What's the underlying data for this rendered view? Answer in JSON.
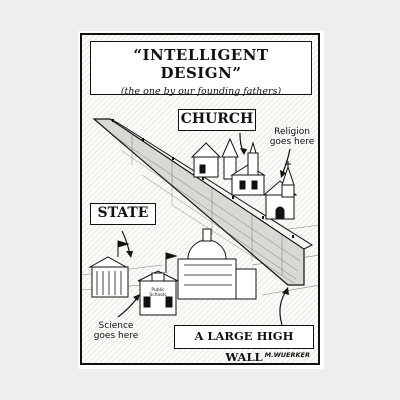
{
  "cartoon": {
    "title": "“INTELLIGENT DESIGN”",
    "subtitle": "(the one by our founding fathers)",
    "church_sign": "CHURCH",
    "state_sign": "STATE",
    "wall_sign": "A LARGE HIGH WALL",
    "religion_note_line1": "Religion",
    "religion_note_line2": "goes here",
    "science_note_line1": "Science",
    "science_note_line2": "goes here",
    "school_label_line1": "Public",
    "school_label_line2": "Schools",
    "signature": "M.WUERKER"
  },
  "colors": {
    "ink": "#111111",
    "paper": "#fbfbf8",
    "background": "#eeeeee"
  }
}
